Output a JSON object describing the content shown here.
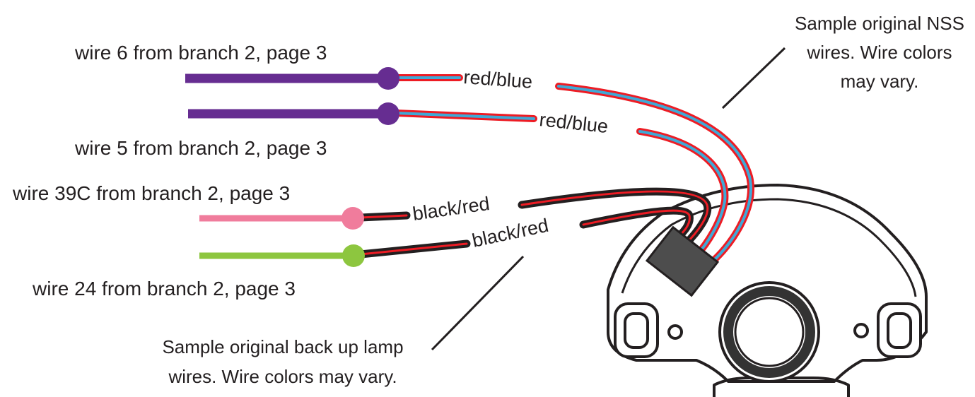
{
  "colors": {
    "purple": "#662d91",
    "pink": "#f07c9c",
    "green": "#8dc63f",
    "red": "#ed1c24",
    "blue": "#3fa9d6",
    "black": "#231f20",
    "connector": "#4d4d4d"
  },
  "wires": [
    {
      "label": "wire 6 from branch 2, page 3",
      "color_name": "purple",
      "nss_wire_label": "red/blue"
    },
    {
      "label": "wire 5 from branch 2, page 3",
      "color_name": "purple",
      "nss_wire_label": "red/blue"
    },
    {
      "label": "wire 39C from branch 2, page 3",
      "color_name": "pink",
      "lamp_wire_label": "black/red"
    },
    {
      "label": "wire 24 from branch 2, page 3",
      "color_name": "green",
      "lamp_wire_label": "black/red"
    }
  ],
  "callouts": {
    "nss": [
      "Sample original NSS",
      "wires. Wire colors",
      "may vary."
    ],
    "backup": [
      "Sample original back  up lamp",
      "wires. Wire colors may vary."
    ]
  }
}
